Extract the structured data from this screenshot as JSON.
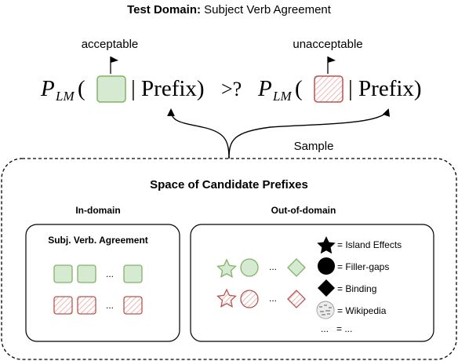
{
  "header": {
    "title_bold": "Test Domain:",
    "title_rest": " Subject Verb Agreement"
  },
  "equation": {
    "left_label": "acceptable",
    "right_label": "unacceptable",
    "p_symbol": "P",
    "subscript": "LM",
    "open_paren": "(",
    "bar_prefix": "| Prefix)",
    "compare": ">?",
    "sample_label": "Sample"
  },
  "space": {
    "title": "Space of Candidate Prefixes",
    "in_domain": {
      "heading": "In-domain",
      "box_title": "Subj. Verb. Agreement",
      "ellipsis": "..."
    },
    "out_domain": {
      "heading": "Out-of-domain",
      "ellipsis": "...",
      "legend": [
        {
          "icon": "star-icon",
          "label": "= Island Effects"
        },
        {
          "icon": "circle-icon",
          "label": "= Filler-gaps"
        },
        {
          "icon": "diamond-icon",
          "label": "= Binding"
        },
        {
          "icon": "wikipedia-icon",
          "label": "= Wikipedia"
        },
        {
          "icon": "ellipsis",
          "label": "...   = ..."
        }
      ]
    }
  },
  "colors": {
    "green_fill": "#d5ead0",
    "green_stroke": "#82b366",
    "red_stroke": "#b85450",
    "red_hatch": "#e8a6a2"
  }
}
